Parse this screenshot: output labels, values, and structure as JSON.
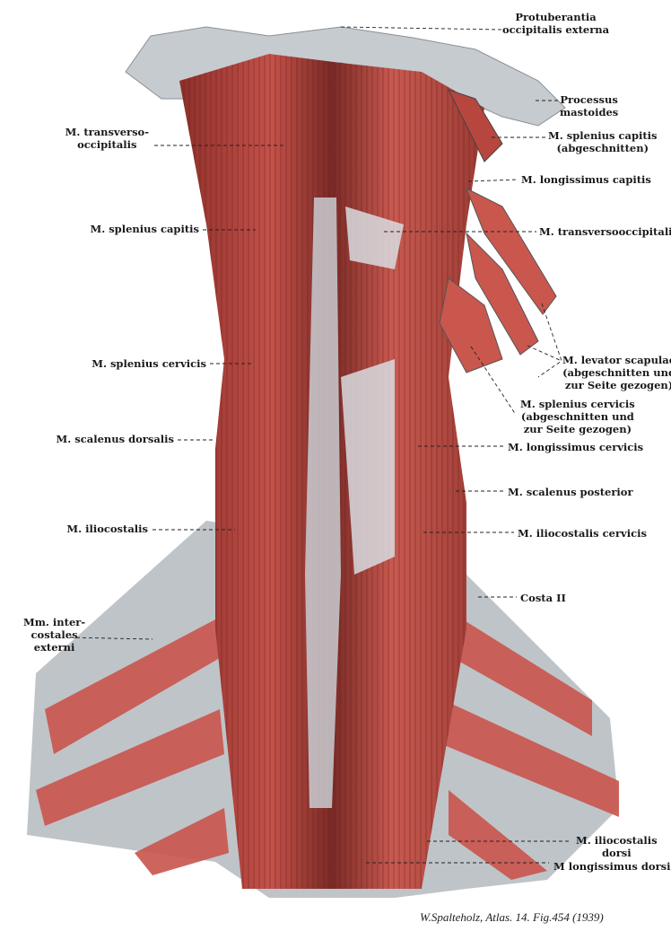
{
  "colors": {
    "muscle": "#b8463f",
    "muscle_light": "#e8756a",
    "bone": "#c9cdd2",
    "dark": "#3a2020"
  },
  "labels_right": {
    "protuberantia": [
      "Protuberantia",
      "occipitalis externa"
    ],
    "processus": [
      "Processus",
      "mastoides"
    ],
    "splenius_capitis_cut": [
      "M. splenius capitis",
      "(abgeschnitten)"
    ],
    "longissimus_capitis": [
      "M. longissimus capitis"
    ],
    "transversooccipitalis": [
      "M. transversooccipitalis"
    ],
    "levator_scapulae": [
      "M. levator scapulae",
      "(abgeschnitten und",
      "zur Seite gezogen)"
    ],
    "splenius_cervicis_cut": [
      "M. splenius cervicis",
      "(abgeschnitten und",
      "zur Seite gezogen)"
    ],
    "longissimus_cervicis": [
      "M. longissimus cervicis"
    ],
    "scalenus_posterior": [
      "M. scalenus posterior"
    ],
    "iliocostalis_cervicis": [
      "M. iliocostalis cervicis"
    ],
    "costa": [
      "Costa II"
    ],
    "iliocostalis_dorsi": [
      "M. iliocostalis",
      "dorsi"
    ],
    "longissimus_dorsi": [
      "M longissimus dorsi"
    ]
  },
  "labels_left": {
    "transverso_occipitalis": [
      "M. transverso-",
      "occipitalis"
    ],
    "splenius_capitis": [
      "M. splenius capitis"
    ],
    "splenius_cervicis": [
      "M. splenius cervicis"
    ],
    "scalenus_dorsalis": [
      "M. scalenus dorsalis"
    ],
    "iliocostalis": [
      "M. iliocostalis"
    ],
    "intercostales": [
      "Mm. inter-",
      "costales",
      "externi"
    ]
  },
  "caption": "W.Spalteholz, Atlas. 14. Fig.454 (1939)"
}
